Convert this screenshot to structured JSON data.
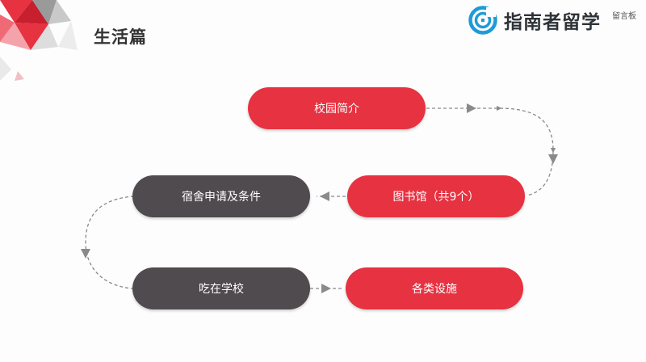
{
  "header": {
    "section_title": "生活篇",
    "brand_name": "指南者留学",
    "overlay_text": "留言板"
  },
  "flow": {
    "nodes": [
      {
        "id": "campus-intro",
        "label": "校园简介",
        "color": "#e63241"
      },
      {
        "id": "library",
        "label": "图书馆（共9个）",
        "color": "#e63241"
      },
      {
        "id": "dorm",
        "label": "宿舍申请及条件",
        "color": "#504b4e"
      },
      {
        "id": "dining",
        "label": "吃在学校",
        "color": "#504b4e"
      },
      {
        "id": "facilities",
        "label": "各类设施",
        "color": "#e63241"
      }
    ],
    "order": [
      "campus-intro",
      "library",
      "dorm",
      "dining",
      "facilities"
    ]
  },
  "colors": {
    "accent_red": "#e63241",
    "dark_gray": "#504b4e",
    "connector": "#8a8a8a",
    "logo_blue": "#1e9bd7"
  },
  "icons": {
    "brand_logo": "brand-logo-icon",
    "corner_decoration": "corner-triangles"
  }
}
